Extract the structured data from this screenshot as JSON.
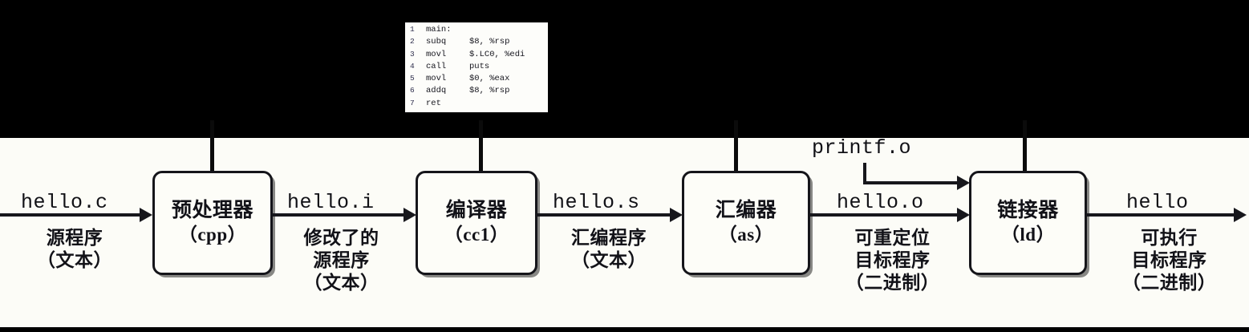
{
  "figure": {
    "background_color": "#fcfcf7",
    "band_color": "#000000",
    "ink_color": "#17171c"
  },
  "code_listing": {
    "lines": [
      {
        "num": "1",
        "op": "main:",
        "arg": ""
      },
      {
        "num": "2",
        "op": "subq",
        "arg": "$8, %rsp"
      },
      {
        "num": "3",
        "op": "movl",
        "arg": "$.LC0, %edi"
      },
      {
        "num": "4",
        "op": "call",
        "arg": "puts"
      },
      {
        "num": "5",
        "op": "movl",
        "arg": "$0, %eax"
      },
      {
        "num": "6",
        "op": "addq",
        "arg": "$8, %rsp"
      },
      {
        "num": "7",
        "op": "ret",
        "arg": ""
      }
    ]
  },
  "stages": [
    {
      "title": "预处理器",
      "sub": "（cpp）"
    },
    {
      "title": "编译器",
      "sub": "（cc1）"
    },
    {
      "title": "汇编器",
      "sub": "（as）"
    },
    {
      "title": "链接器",
      "sub": "（ld）"
    }
  ],
  "flows": [
    {
      "file": "hello.c",
      "desc_lines": [
        "源程序",
        "（文本）"
      ]
    },
    {
      "file": "hello.i",
      "desc_lines": [
        "修改了的",
        "源程序",
        "（文本）"
      ]
    },
    {
      "file": "hello.s",
      "desc_lines": [
        "汇编程序",
        "（文本）"
      ]
    },
    {
      "file": "hello.o",
      "desc_lines": [
        "可重定位",
        "目标程序",
        "（二进制）"
      ]
    },
    {
      "file": "hello",
      "desc_lines": [
        "可执行",
        "目标程序",
        "（二进制）"
      ]
    }
  ],
  "side_input": {
    "file": "printf.o"
  }
}
